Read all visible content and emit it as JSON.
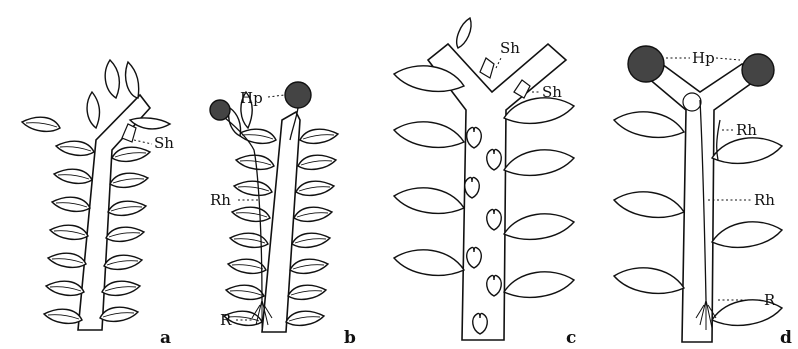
{
  "panels": [
    {
      "id": "a",
      "label": "a",
      "annotations": [
        "Sh"
      ]
    },
    {
      "id": "b",
      "label": "b",
      "annotations": [
        "Hp",
        "Rh",
        "R"
      ]
    },
    {
      "id": "c",
      "label": "c",
      "annotations": [
        "Sh",
        "Sh"
      ]
    },
    {
      "id": "d",
      "label": "d",
      "annotations": [
        "Hp",
        "Rh",
        "Rh",
        "R"
      ]
    }
  ]
}
